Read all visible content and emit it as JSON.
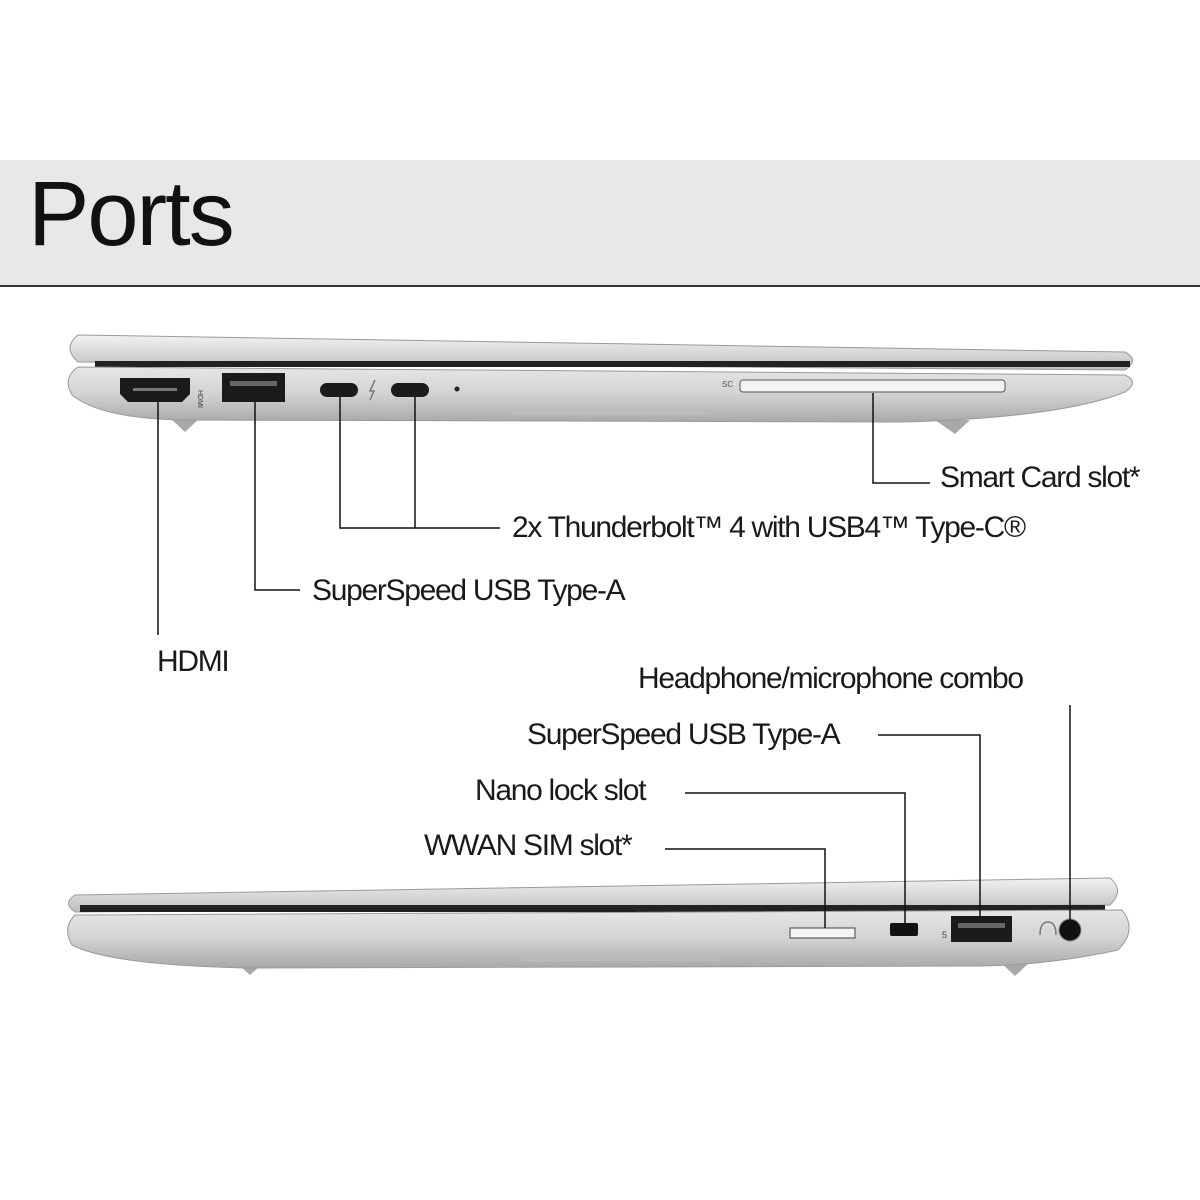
{
  "header": {
    "title": "Ports"
  },
  "left_side": {
    "labels": {
      "smart_card": "Smart Card slot*",
      "thunderbolt": "2x Thunderbolt™ 4 with USB4™ Type-C®",
      "usb_a": "SuperSpeed USB Type-A",
      "hdmi": "HDMI"
    }
  },
  "right_side": {
    "labels": {
      "headphone": "Headphone/microphone combo",
      "usb_a": "SuperSpeed USB Type-A",
      "nano_lock": "Nano lock slot",
      "wwan": "WWAN SIM slot*"
    }
  },
  "colors": {
    "band": "#e8e8e8",
    "chassis": "#d4d4d4",
    "line": "#111111"
  }
}
